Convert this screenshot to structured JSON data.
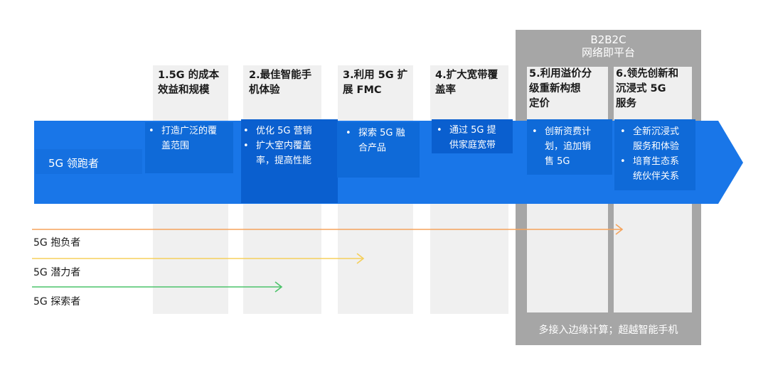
{
  "platform": {
    "title_line1": "B2B2C",
    "title_line2": "网络即平台",
    "note": "多接入边缘计算；超越智能手机"
  },
  "steps": [
    {
      "title": "1.5G 的成本\n效益和规模",
      "bullets": [
        "打造广泛的覆\n盖范围"
      ]
    },
    {
      "title": "2.最佳智能手\n机体验",
      "bullets": [
        "优化 5G 营销",
        "扩大室内覆盖\n率，提高性能"
      ]
    },
    {
      "title": "3.利用 5G 扩\n展 FMC",
      "bullets": [
        "探索 5G 融\n合产品"
      ]
    },
    {
      "title": "4.扩大宽带覆\n盖率",
      "bullets": [
        "通过 5G 提\n供家庭宽带"
      ]
    },
    {
      "title": "5.利用溢价分\n级重新构想\n定价",
      "bullets": [
        "创新资费计\n划，追加销\n售 5G"
      ]
    },
    {
      "title": "6.领先创新和\n沉浸式 5G\n服务",
      "bullets": [
        "全新沉浸式\n服务和体验",
        "培育生态系\n统伙伴关系"
      ]
    }
  ],
  "leader_label": "5G 领跑者",
  "tiers": [
    {
      "label": "5G 抱负者",
      "color": "#f5a35c"
    },
    {
      "label": "5G 潜力者",
      "color": "#f5cf5c"
    },
    {
      "label": "5G 探索者",
      "color": "#4cc36a"
    }
  ],
  "colors": {
    "arrow": "#1a73e8",
    "arrow_dark": "#0b63d6",
    "panel": "#a6a6a6"
  }
}
